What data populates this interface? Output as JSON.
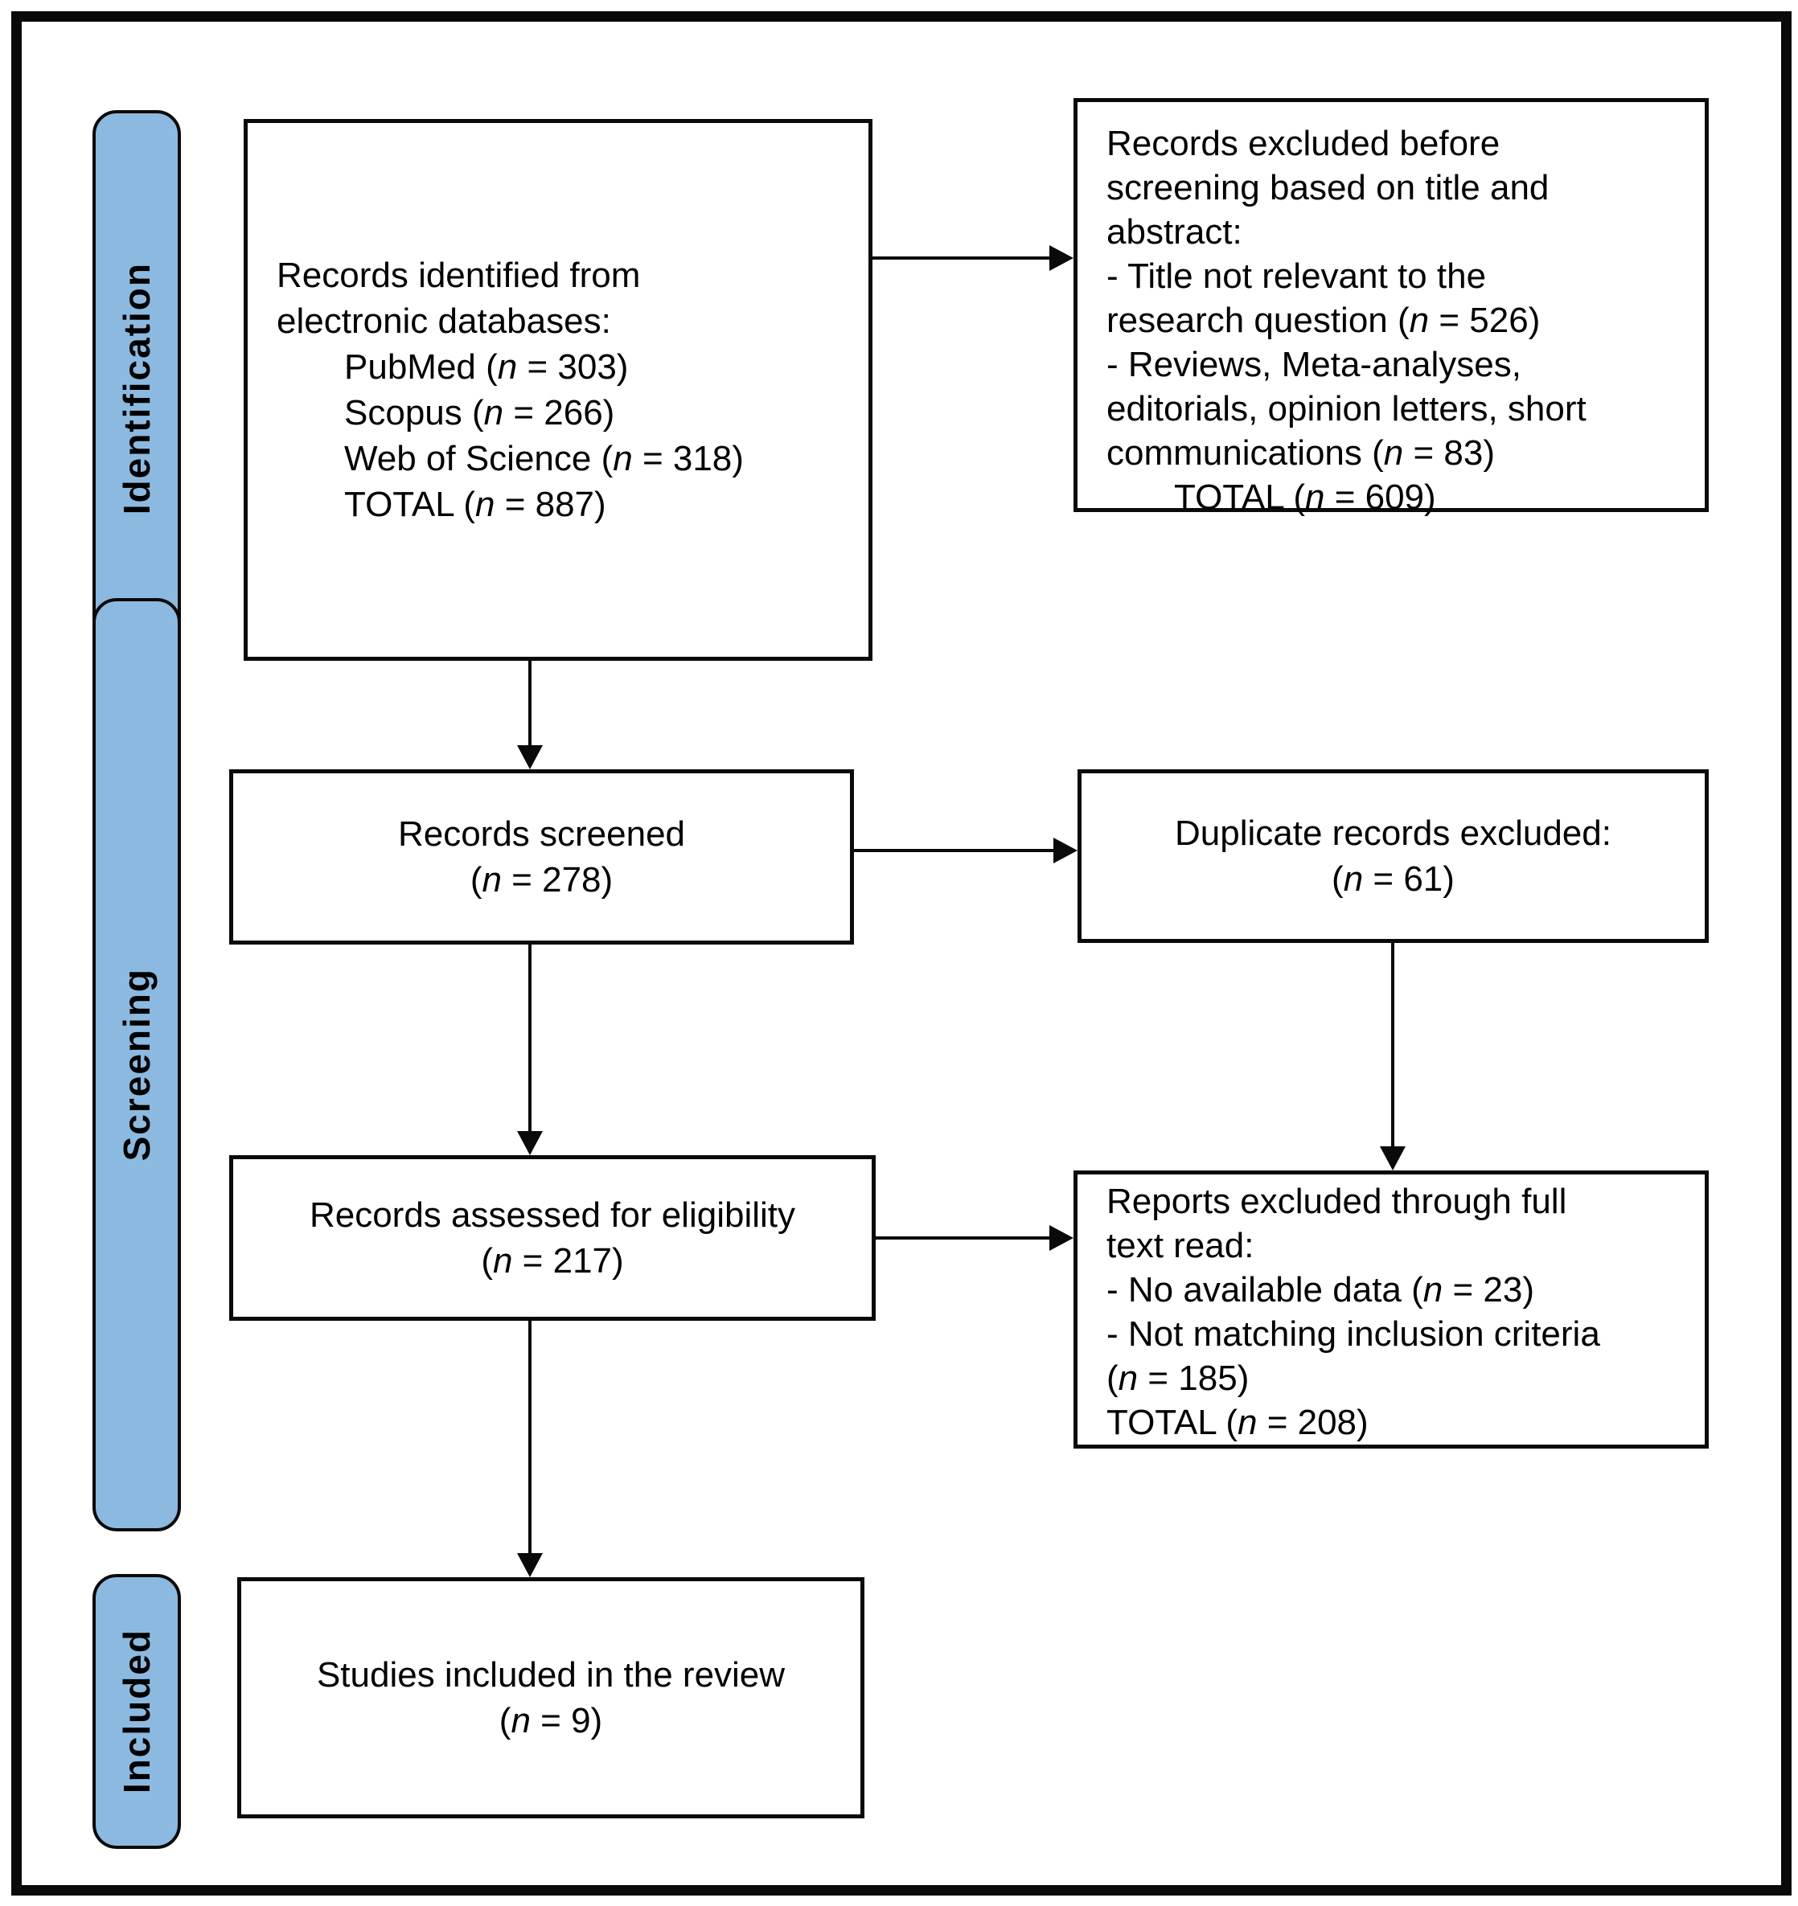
{
  "diagram": {
    "colors": {
      "stage_fill": "#8CB9E0",
      "stage_border": "#0A0A0A",
      "box_border": "#0A0A0A",
      "arrow": "#0A0A0A",
      "background": "#FFFFFF"
    },
    "stages": [
      {
        "label": "Identification"
      },
      {
        "label": "Screening"
      },
      {
        "label": "Included"
      }
    ],
    "boxes": {
      "identified": {
        "align": "left",
        "lines": [
          "Records identified from",
          "electronic databases:",
          "\tPubMed (*n* = 303)",
          "\tScopus (*n* = 266)",
          "\tWeb of Science (*n* = 318)",
          "\tTOTAL (*n* = 887)"
        ]
      },
      "excluded_before_screening": {
        "align": "left",
        "lines": [
          "Records excluded before",
          "screening based on title and",
          "abstract:",
          "- Title not relevant to the",
          "research question (*n* = 526)",
          "- Reviews, Meta-analyses,",
          "editorials, opinion letters, short",
          "communications (*n* = 83)",
          "\tTOTAL (*n* = 609)"
        ]
      },
      "screened": {
        "align": "center",
        "lines": [
          "Records screened",
          "(*n* = 278)"
        ]
      },
      "duplicates_excluded": {
        "align": "center",
        "lines": [
          "Duplicate records excluded:",
          "(*n* = 61)"
        ]
      },
      "assessed": {
        "align": "center",
        "lines": [
          "Records assessed for eligibility",
          "(*n* = 217)"
        ]
      },
      "excluded_full_text": {
        "align": "left",
        "lines": [
          "Reports excluded through full",
          "text read:",
          "- No available data (*n* = 23)",
          "- Not matching inclusion criteria",
          "(*n* = 185)",
          "TOTAL (*n* = 208)"
        ]
      },
      "included_studies": {
        "align": "center",
        "lines": [
          "Studies included in the review",
          "(*n* = 9)"
        ]
      }
    }
  }
}
